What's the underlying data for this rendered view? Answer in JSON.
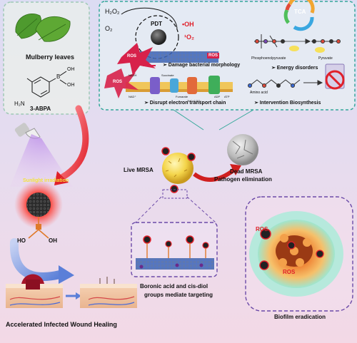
{
  "left_box": {
    "leaves_label": "Mulberry leaves",
    "apba_label": "3-ABPA",
    "h2n": "H₂N",
    "b_atom": "B",
    "oh_upper": "OH",
    "oh_lower": "OH"
  },
  "lamp": {
    "irradiation_label": "Sunlight irradiation"
  },
  "nanoparticle": {
    "ho": "HO",
    "oh": "OH"
  },
  "wound": {
    "healing_label": "Accelerated Infected Wound Healing"
  },
  "mechanism_box": {
    "h2o2": "H₂O₂",
    "o2": "O₂",
    "pdt": "PDT",
    "oh_radical": "•OH",
    "singlet_oxygen": "¹O₂",
    "ros_left": "ROS",
    "ros_membrane": "ROS",
    "ros_etc": "ROS",
    "damage_morphology": "➢ Damage bacterial morphology",
    "disrupt_etc": "➢ Disrupt electron transport chain",
    "tca": "TCA",
    "phosphoenolpyruvate": "Phosphoenolpyruvate",
    "pyruvate": "Pyruvate",
    "energy_disorders": "➢ Energy disorders",
    "amino_acid": "Amino acid",
    "intervention_biosynthesis": "➢ Intervention Biosynthesis",
    "nadh": "NADH",
    "nad": "NAD⁺",
    "atp": "ATP",
    "adp": "ADP",
    "h_ions": "2H⁺+1/2O₂",
    "succinate": "Succinate",
    "fumarate": "Fumarate"
  },
  "center": {
    "live_mrsa": "Live MRSA",
    "dead_mrsa": "Dead MRSA",
    "pathogen_elimination": "Pathogen elimination"
  },
  "targeting": {
    "caption_line1": "Boronic acid and cis-diol",
    "caption_line2": "groups mediate targeting"
  },
  "biofilm": {
    "ros_top": "ROS",
    "ros_bottom": "ROS",
    "caption": "Biofilm eradication"
  },
  "colors": {
    "accent_red": "#e0202a",
    "box_green": "#9fc9b6",
    "mechanism_teal": "#34a89a",
    "purple_dash": "#6b4aa8",
    "membrane_blue": "#3a63b8"
  }
}
